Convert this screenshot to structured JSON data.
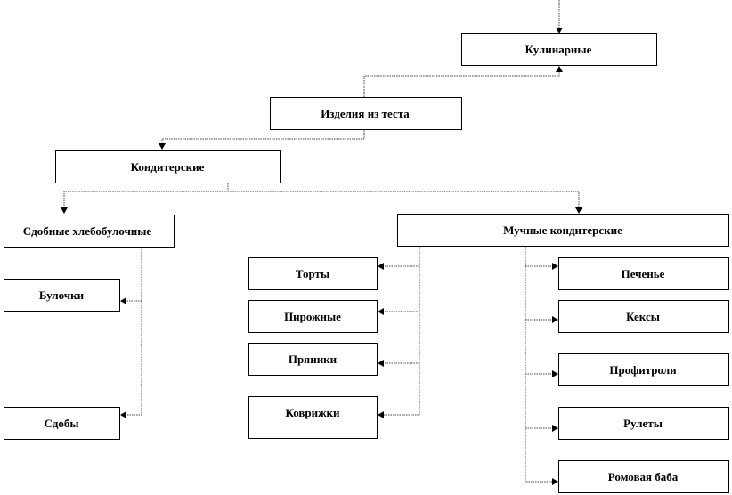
{
  "nodes": {
    "culinary": "Кулинарные",
    "dough_products": "Изделия из теста",
    "confectionery": "Кондитерские",
    "rich_bakery": "Сдобные хлебобулочные",
    "flour_confectionery": "Мучные кондитерские",
    "buns": "Булочки",
    "sdoby": "Сдобы",
    "cakes": "Торты",
    "pastries": "Пирожные",
    "gingerbread": "Пряники",
    "kovrizhki": "Коврижки",
    "cookies": "Печенье",
    "muffins": "Кексы",
    "profiteroles": "Профитроли",
    "rolls": "Рулеты",
    "rum_baba": "Ромовая баба"
  }
}
